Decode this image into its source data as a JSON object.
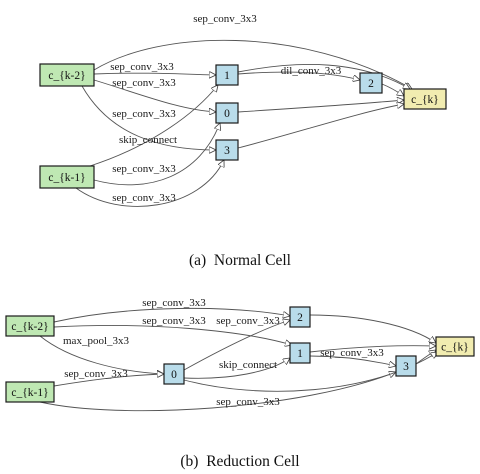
{
  "colors": {
    "input_node": "#bfe8b3",
    "intermediate_node": "#b9dcea",
    "output_node": "#f1ecb0",
    "edge": "#555555"
  },
  "diagrams": [
    {
      "id": "normal",
      "caption": "(a)  Normal Cell",
      "nodes": [
        {
          "id": "ck2",
          "label": "c_{k-2}",
          "kind": "input"
        },
        {
          "id": "ck1",
          "label": "c_{k-1}",
          "kind": "input"
        },
        {
          "id": "n0",
          "label": "0",
          "kind": "intermediate"
        },
        {
          "id": "n1",
          "label": "1",
          "kind": "intermediate"
        },
        {
          "id": "n2",
          "label": "2",
          "kind": "intermediate"
        },
        {
          "id": "n3",
          "label": "3",
          "kind": "intermediate"
        },
        {
          "id": "ck",
          "label": "c_{k}",
          "kind": "output"
        }
      ],
      "edges": [
        {
          "from": "ck2",
          "to": "ck",
          "label": "sep_conv_3x3"
        },
        {
          "from": "ck2",
          "to": "n1",
          "label": "sep_conv_3x3"
        },
        {
          "from": "ck2",
          "to": "n0",
          "label": "sep_conv_3x3"
        },
        {
          "from": "ck2",
          "to": "n3",
          "label": "skip_connect"
        },
        {
          "from": "n1",
          "to": "n2",
          "label": "dil_conv_3x3"
        },
        {
          "from": "ck1",
          "to": "n1",
          "label": "sep_conv_3x3"
        },
        {
          "from": "ck1",
          "to": "n0",
          "label": "sep_conv_3x3"
        },
        {
          "from": "ck1",
          "to": "n3",
          "label": "sep_conv_3x3"
        },
        {
          "from": "n1",
          "to": "ck",
          "label": ""
        },
        {
          "from": "n2",
          "to": "ck",
          "label": ""
        },
        {
          "from": "n0",
          "to": "ck",
          "label": ""
        },
        {
          "from": "n3",
          "to": "ck",
          "label": ""
        }
      ]
    },
    {
      "id": "reduction",
      "caption": "(b)  Reduction Cell",
      "nodes": [
        {
          "id": "ck2",
          "label": "c_{k-2}",
          "kind": "input"
        },
        {
          "id": "ck1",
          "label": "c_{k-1}",
          "kind": "input"
        },
        {
          "id": "n0",
          "label": "0",
          "kind": "intermediate"
        },
        {
          "id": "n1",
          "label": "1",
          "kind": "intermediate"
        },
        {
          "id": "n2",
          "label": "2",
          "kind": "intermediate"
        },
        {
          "id": "n3",
          "label": "3",
          "kind": "intermediate"
        },
        {
          "id": "ck",
          "label": "c_{k}",
          "kind": "output"
        }
      ],
      "edges": [
        {
          "from": "ck2",
          "to": "n2",
          "label": "sep_conv_3x3"
        },
        {
          "from": "ck2",
          "to": "n1",
          "label": "sep_conv_3x3"
        },
        {
          "from": "ck2",
          "to": "n0",
          "label": "max_pool_3x3"
        },
        {
          "from": "n0",
          "to": "n2",
          "label": "sep_conv_3x3"
        },
        {
          "from": "n0",
          "to": "n1",
          "label": "skip_connect"
        },
        {
          "from": "ck1",
          "to": "n0",
          "label": "sep_conv_3x3"
        },
        {
          "from": "n1",
          "to": "n3",
          "label": "sep_conv_3x3"
        },
        {
          "from": "ck1",
          "to": "n3",
          "label": "sep_conv_3x3"
        },
        {
          "from": "n2",
          "to": "ck",
          "label": ""
        },
        {
          "from": "n1",
          "to": "ck",
          "label": ""
        },
        {
          "from": "n3",
          "to": "ck",
          "label": ""
        },
        {
          "from": "n0",
          "to": "ck",
          "label": ""
        }
      ]
    }
  ]
}
